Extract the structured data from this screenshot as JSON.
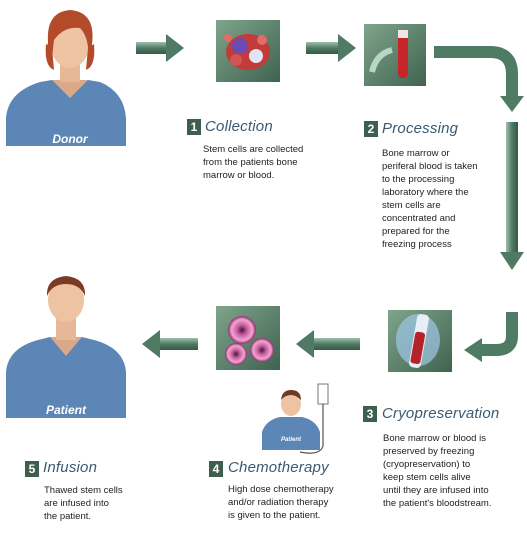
{
  "people": {
    "donor_label": "Donor",
    "patient_label": "Patient",
    "small_patient_label": "Patient"
  },
  "steps": [
    {
      "number": "1",
      "title": "Collection",
      "lines": [
        "Stem cells are collected",
        "from the patients bone",
        "marrow or blood."
      ]
    },
    {
      "number": "2",
      "title": "Processing",
      "lines": [
        "Bone marrow or",
        "periferal blood is taken",
        "to the processing",
        "laboratory where the",
        "stem cells are",
        "concentrated and",
        "prepared for the",
        "freezing process"
      ]
    },
    {
      "number": "3",
      "title": "Cryopreservation",
      "lines": [
        "Bone marrow or blood is",
        "preserved by freezing",
        "(cryopreservation) to",
        "keep stem cells alive",
        "until they are infused into",
        "the patient's bloodstream."
      ]
    },
    {
      "number": "4",
      "title": "Chemotherapy",
      "lines": [
        "High dose chemotherapy",
        "and/or radiation therapy",
        "is given to the patient."
      ]
    },
    {
      "number": "5",
      "title": "Infusion",
      "lines": [
        "Thawed stem cells",
        "are infused into",
        "the patient."
      ]
    }
  ],
  "colors": {
    "arrow": "#4f7a63",
    "scrub": "#5b86b5",
    "tile": "#4f7a5f",
    "number_box": "#3f5f4e",
    "title_text": "#3a5a72"
  }
}
